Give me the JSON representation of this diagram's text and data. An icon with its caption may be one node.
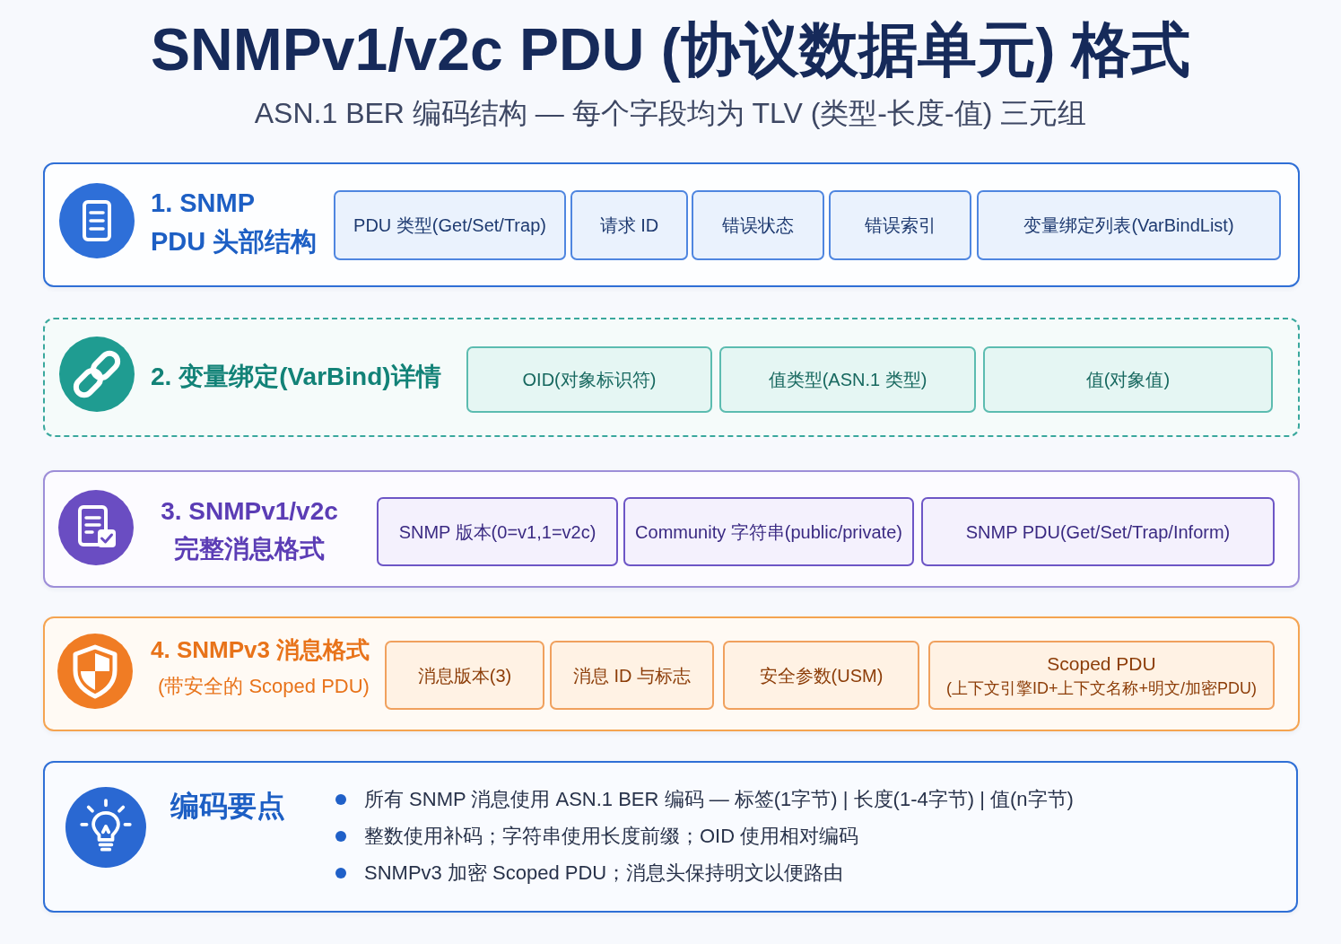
{
  "diagram": {
    "title": "SNMPv1/v2c PDU (协议数据单元) 格式",
    "nodes": [
      {
        "text": [
          "1. SNMP PDU 头部结构"
        ]
      },
      {
        "text": [
          "PDU 类型(Get/Set/Trap)"
        ],
        "in": 0
      },
      {
        "text": [
          "请求 ID"
        ],
        "in": 0
      },
      {
        "text": [
          "错误状态"
        ],
        "in": 0
      },
      {
        "text": [
          "错误索引"
        ],
        "in": 0
      },
      {
        "text": [
          "变量绑定列表(VarBindList)"
        ],
        "in": 0
      },
      {
        "text": [
          "2. 变量绑定(VarBind)详情"
        ]
      },
      {
        "text": [
          "OID(对象标识符)"
        ],
        "in": 6
      },
      {
        "text": [
          "值类型(ASN.1 类型)"
        ],
        "in": 6
      },
      {
        "text": [
          "值(对象值)"
        ],
        "in": 6
      },
      {
        "text": [
          "3. SNMPv1/v2c 完整消息格式"
        ]
      },
      {
        "text": [
          "SNMP 版本(0=v1,1=v2c)"
        ],
        "in": 10
      },
      {
        "text": [
          "Community 字符串(public/private)"
        ],
        "in": 10
      },
      {
        "text": [
          "SNMP PDU(Get/Set/Trap/Inform)"
        ],
        "in": 10
      },
      {
        "text": [
          "4. SNMPv3 消息格式",
          "(带安全的 Scoped PDU)"
        ]
      },
      {
        "text": [
          "消息版本(3)"
        ],
        "in": 14
      },
      {
        "text": [
          "消息 ID 与标志"
        ],
        "in": 14
      },
      {
        "text": [
          "安全参数(USM)"
        ],
        "in": 14
      },
      {
        "text": [
          "Scoped PDU",
          "(上下文引擎ID+上下文名称+明文/加密PDU)"
        ],
        "in": 14
      },
      {
        "text": [
          "编码要点",
          "所有 SNMP 消息使用 ASN.1 BER 编码 — 标签(1字节) | 长度(1-4字节) | 值(n字节)",
          "整数使用补码；字符串使用长度前缀；OID 使用相对编码",
          "SNMPv3 加密 Scoped PDU；消息头保持明文以便路由"
        ]
      }
    ],
    "labels": [
      "ASN.1 BER 编码结构 — 每个字段均为 TLV (类型-长度-值) 三元组"
    ]
  }
}
